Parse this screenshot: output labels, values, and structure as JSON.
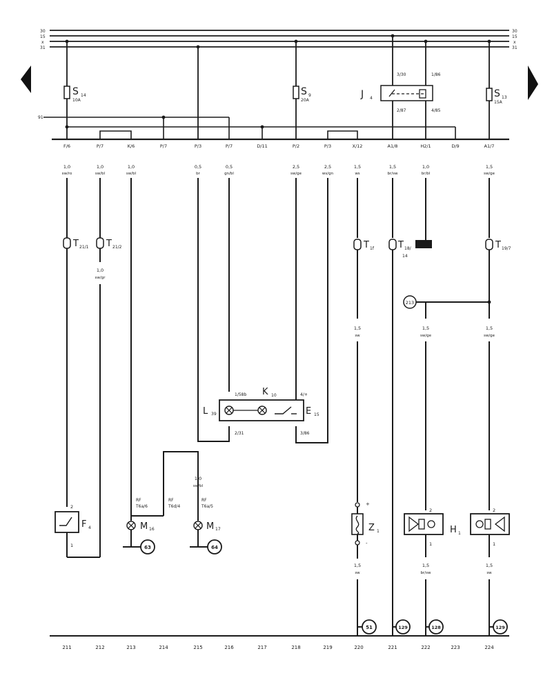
{
  "bus_rails": [
    {
      "id": "30",
      "label_left": "30",
      "label_right": "30"
    },
    {
      "id": "15",
      "label_left": "15",
      "label_right": "15"
    },
    {
      "id": "x",
      "label_left": "x",
      "label_right": "x"
    },
    {
      "id": "31",
      "label_left": "31",
      "label_right": "31"
    }
  ],
  "nav": {
    "prev_icon": "left-arrow-icon",
    "next_icon": "right-arrow-icon"
  },
  "fuses": [
    {
      "name": "S",
      "sub": "14",
      "rating": "10A"
    },
    {
      "name": "S",
      "sub": "9",
      "rating": "20A"
    },
    {
      "name": "S",
      "sub": "13",
      "rating": "15A"
    }
  ],
  "relay_j4": {
    "name": "J",
    "sub": "4",
    "pins": [
      "3/30",
      "1/86",
      "2/87",
      "4/85"
    ]
  },
  "rail_91": "91",
  "connectors": [
    "F/6",
    "P/7",
    "K/6",
    "P/7",
    "P/3",
    "P/7",
    "D/11",
    "P/2",
    "P/3",
    "X/12",
    "A1/8",
    "H2/1",
    "D/9",
    "A1/7"
  ],
  "wires_top": [
    {
      "size": "1,0",
      "color": "sw/ro"
    },
    {
      "size": "1,0",
      "color": "sw/bl"
    },
    {
      "size": "1,0",
      "color": "sw/bl"
    },
    {
      "size": "0,5",
      "color": "br"
    },
    {
      "size": "0,5",
      "color": "gn/bl"
    },
    {
      "size": "2,5",
      "color": "sw/ge"
    },
    {
      "size": "2,5",
      "color": "ws/gn"
    },
    {
      "size": "1,5",
      "color": "ws"
    },
    {
      "size": "1,5",
      "color": "br/sw"
    },
    {
      "size": "1,0",
      "color": "br/bl"
    },
    {
      "size": "1,5",
      "color": "sw/ge"
    }
  ],
  "plugs": [
    {
      "name": "T",
      "sub": "21/1"
    },
    {
      "name": "T",
      "sub": "21/2"
    },
    {
      "name": "T",
      "sub": "1f"
    },
    {
      "name": "T",
      "sub": "18/"
    },
    {
      "name": "T",
      "sub": "19/7"
    }
  ],
  "plug_t18_pin": "14",
  "wire_t21": {
    "size": "1,0",
    "color": "sw/gr"
  },
  "ground_213": "213",
  "wires_mid": [
    {
      "size": "1,5",
      "color": "sw"
    },
    {
      "size": "1,5",
      "color": "sw/ge"
    },
    {
      "size": "1,5",
      "color": "sw/ge"
    }
  ],
  "switch_group": {
    "k_name": "K",
    "k_sub": "10",
    "l_name": "L",
    "l_sub": "39",
    "e_name": "E",
    "e_sub": "15",
    "pins": [
      "1/58b",
      "4/+",
      "2/31",
      "3/86"
    ]
  },
  "wire_m17": {
    "size": "1,0",
    "color": "sw/bl"
  },
  "plug_labels": [
    {
      "top": "RF",
      "bottom": "T6a/6"
    },
    {
      "top": "RF",
      "bottom": "T6d/4"
    },
    {
      "top": "RF",
      "bottom": "T6a/5"
    }
  ],
  "components": {
    "f4": {
      "name": "F",
      "sub": "4",
      "pin_top": "2",
      "pin_bottom": "1"
    },
    "m16": {
      "name": "M",
      "sub": "16"
    },
    "m17": {
      "name": "M",
      "sub": "17"
    },
    "z1": {
      "name": "Z",
      "sub": "1",
      "plus": "+",
      "minus": "-"
    },
    "h1": {
      "name": "H",
      "sub": "1",
      "pin_top": "2",
      "pin_bottom": "1"
    },
    "h_right": {
      "pin_top": "2",
      "pin_bottom": "1"
    }
  },
  "refs": [
    "63",
    "64",
    "51",
    "129",
    "128",
    "129"
  ],
  "wires_bottom": [
    {
      "size": "1,5",
      "color": "sw"
    },
    {
      "size": "1,5",
      "color": "br/sw"
    },
    {
      "size": "1,5",
      "color": "sw"
    }
  ],
  "footer_numbers": [
    "211",
    "212",
    "213",
    "214",
    "215",
    "216",
    "217",
    "218",
    "219",
    "220",
    "221",
    "222",
    "223",
    "224"
  ]
}
